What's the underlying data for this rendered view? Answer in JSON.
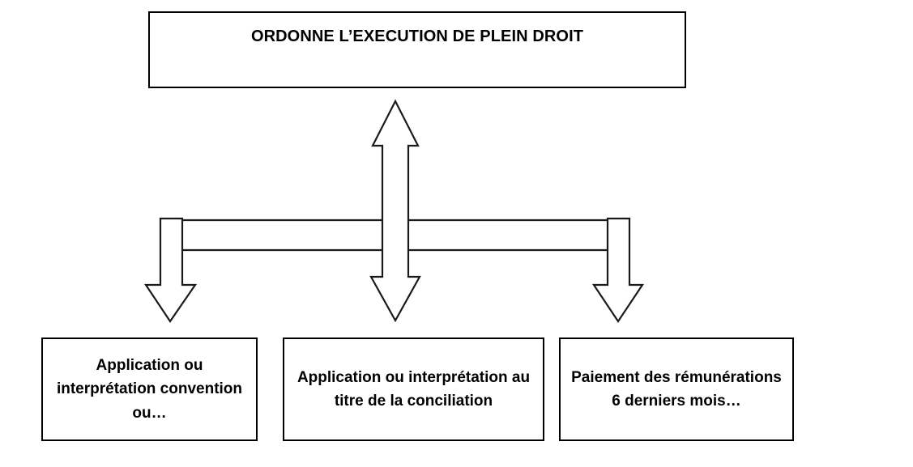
{
  "diagram": {
    "title_box": {
      "label": "ORDONNE L’EXECUTION DE PLEIN DROIT"
    },
    "outcomes": [
      {
        "label": "Application ou interprétation convention ou…"
      },
      {
        "label": "Application ou interprétation au titre de la conciliation"
      },
      {
        "label": "Paiement des rémunérations 6 derniers mois…"
      }
    ],
    "connectors": {
      "center_arrow_name": "double-headed-vertical-arrow",
      "left_arrow_name": "down-arrow-left",
      "right_arrow_name": "down-arrow-right",
      "band_name": "horizontal-connector-band"
    },
    "colors": {
      "stroke": "#1a1a1a",
      "box_border": "#000000",
      "text": "#000000",
      "background": "#ffffff"
    }
  }
}
